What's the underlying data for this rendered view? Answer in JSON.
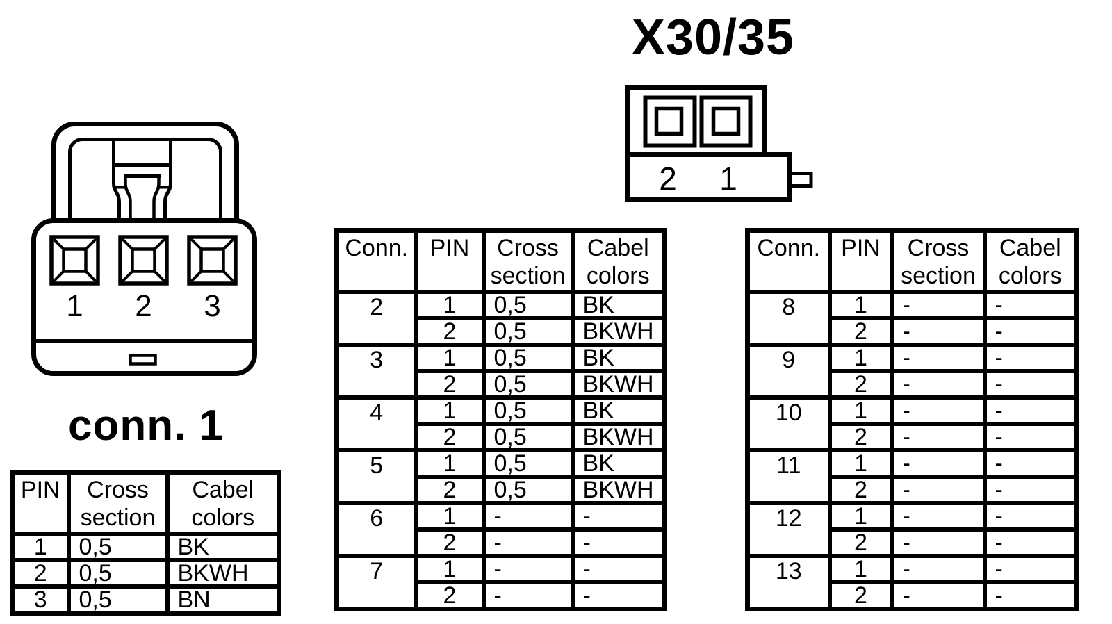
{
  "titles": {
    "connector_x30": "X30/35",
    "connector_1": "conn. 1"
  },
  "colors": {
    "ink": "#000000",
    "background": "#ffffff"
  },
  "x30_diagram": {
    "pin_labels": [
      "2",
      "1"
    ]
  },
  "conn1_diagram": {
    "pin_labels": [
      "1",
      "2",
      "3"
    ]
  },
  "conn1_table": {
    "headers": {
      "pin": "PIN",
      "cross_section": "Cross section",
      "cable_colors": "Cabel colors"
    },
    "rows": [
      {
        "pin": "1",
        "cross_section": "0,5",
        "cable_colors": "BK"
      },
      {
        "pin": "2",
        "cross_section": "0,5",
        "cable_colors": "BKWH"
      },
      {
        "pin": "3",
        "cross_section": "0,5",
        "cable_colors": "BN"
      }
    ]
  },
  "middle_table": {
    "headers": {
      "conn": "Conn.",
      "pin": "PIN",
      "cross_section": "Cross section",
      "cable_colors": "Cabel colors"
    },
    "groups": [
      {
        "conn": "2",
        "pins": [
          {
            "pin": "1",
            "cross_section": "0,5",
            "cable_colors": "BK"
          },
          {
            "pin": "2",
            "cross_section": "0,5",
            "cable_colors": "BKWH"
          }
        ]
      },
      {
        "conn": "3",
        "pins": [
          {
            "pin": "1",
            "cross_section": "0,5",
            "cable_colors": "BK"
          },
          {
            "pin": "2",
            "cross_section": "0,5",
            "cable_colors": "BKWH"
          }
        ]
      },
      {
        "conn": "4",
        "pins": [
          {
            "pin": "1",
            "cross_section": "0,5",
            "cable_colors": "BK"
          },
          {
            "pin": "2",
            "cross_section": "0,5",
            "cable_colors": "BKWH"
          }
        ]
      },
      {
        "conn": "5",
        "pins": [
          {
            "pin": "1",
            "cross_section": "0,5",
            "cable_colors": "BK"
          },
          {
            "pin": "2",
            "cross_section": "0,5",
            "cable_colors": "BKWH"
          }
        ]
      },
      {
        "conn": "6",
        "pins": [
          {
            "pin": "1",
            "cross_section": "-",
            "cable_colors": "-"
          },
          {
            "pin": "2",
            "cross_section": "-",
            "cable_colors": "-"
          }
        ]
      },
      {
        "conn": "7",
        "pins": [
          {
            "pin": "1",
            "cross_section": "-",
            "cable_colors": "-"
          },
          {
            "pin": "2",
            "cross_section": "-",
            "cable_colors": "-"
          }
        ]
      }
    ]
  },
  "right_table": {
    "headers": {
      "conn": "Conn.",
      "pin": "PIN",
      "cross_section": "Cross section",
      "cable_colors": "Cabel colors"
    },
    "groups": [
      {
        "conn": "8",
        "pins": [
          {
            "pin": "1",
            "cross_section": "-",
            "cable_colors": "-"
          },
          {
            "pin": "2",
            "cross_section": "-",
            "cable_colors": "-"
          }
        ]
      },
      {
        "conn": "9",
        "pins": [
          {
            "pin": "1",
            "cross_section": "-",
            "cable_colors": "-"
          },
          {
            "pin": "2",
            "cross_section": "-",
            "cable_colors": "-"
          }
        ]
      },
      {
        "conn": "10",
        "pins": [
          {
            "pin": "1",
            "cross_section": "-",
            "cable_colors": "-"
          },
          {
            "pin": "2",
            "cross_section": "-",
            "cable_colors": "-"
          }
        ]
      },
      {
        "conn": "11",
        "pins": [
          {
            "pin": "1",
            "cross_section": "-",
            "cable_colors": "-"
          },
          {
            "pin": "2",
            "cross_section": "-",
            "cable_colors": "-"
          }
        ]
      },
      {
        "conn": "12",
        "pins": [
          {
            "pin": "1",
            "cross_section": "-",
            "cable_colors": "-"
          },
          {
            "pin": "2",
            "cross_section": "-",
            "cable_colors": "-"
          }
        ]
      },
      {
        "conn": "13",
        "pins": [
          {
            "pin": "1",
            "cross_section": "-",
            "cable_colors": "-"
          },
          {
            "pin": "2",
            "cross_section": "-",
            "cable_colors": "-"
          }
        ]
      }
    ]
  }
}
